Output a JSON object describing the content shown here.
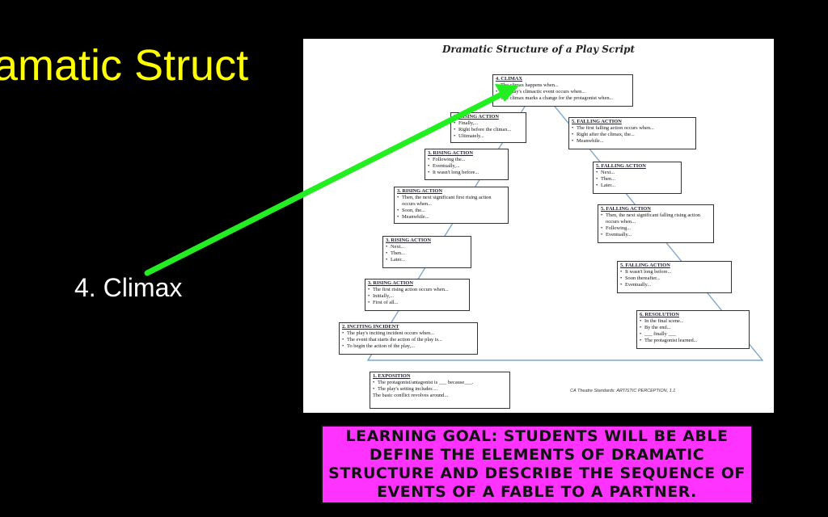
{
  "slide": {
    "title": "amatic Struct",
    "climax_label": "4. Climax",
    "arrow_color": "#22ee22",
    "title_color": "#ffff00"
  },
  "worksheet": {
    "title": "Dramatic Structure of a Play Script",
    "standards": "CA Theatre Standards: ARTISTIC PERCEPTION, 1.1",
    "boxes": {
      "climax": {
        "heading": "4. CLIMAX",
        "items": [
          "The climax happens when...",
          "The play's climactic event occurs when...",
          "The climax marks a change for the protagonist when..."
        ]
      },
      "ra4": {
        "heading": "3. RISING ACTION",
        "items": [
          "Finally,...",
          "Right before the climax...",
          "Ultimately..."
        ]
      },
      "ra3": {
        "heading": "3. RISING ACTION",
        "items": [
          "Following the...",
          "Eventually,...",
          "It wasn't long before..."
        ]
      },
      "ra2": {
        "heading": "3. RISING ACTION",
        "items": [
          "Then, the next significant first rising action occurs when...",
          "Soon, the...",
          "Meanwhile..."
        ]
      },
      "ra1": {
        "heading": "3. RISING ACTION",
        "items": [
          "Next...",
          "Then...",
          "Later..."
        ]
      },
      "ra0": {
        "heading": "3. RISING ACTION",
        "items": [
          "The first rising action occurs when...",
          "Initially,...",
          "First of all..."
        ]
      },
      "inciting": {
        "heading": "2. INCITING INCIDENT",
        "items": [
          "The play's inciting incident occurs when...",
          "The event that starts the action of the play is...",
          "To begin the action of the play,..."
        ]
      },
      "exposition": {
        "heading": "1. EXPOSITION",
        "items": [
          "The protagonist/antagonist is ___ because___.",
          "The play's setting includes ..."
        ],
        "line": "The basic conflict revolves around..."
      },
      "fa1": {
        "heading": "5. FALLING ACTION",
        "items": [
          "The first falling action occurs when...",
          "Right after the climax, the...",
          "Meanwhile..."
        ]
      },
      "fa2": {
        "heading": "5. FALLING ACTION",
        "items": [
          "Next...",
          "Then...",
          "Later..."
        ]
      },
      "fa3": {
        "heading": "5. FALLING ACTION",
        "items": [
          "Then, the next significant falling rising action occurs when...",
          "Following...",
          "Eventually..."
        ]
      },
      "fa4": {
        "heading": "5. FALLING ACTION",
        "items": [
          "It wasn't long before...",
          "Soon thereafter...",
          "Eventually..."
        ]
      },
      "resolution": {
        "heading": "6. RESOLUTION",
        "items": [
          "In the final scene...",
          "By the end...",
          "___ finally ___",
          "The protagonist learned..."
        ]
      }
    }
  },
  "goal": {
    "text": "Learning Goal:  Students will be able define the elements of dramatic structure and describe the sequence of events of a fable to a partner.",
    "background": "#ff33ff"
  }
}
